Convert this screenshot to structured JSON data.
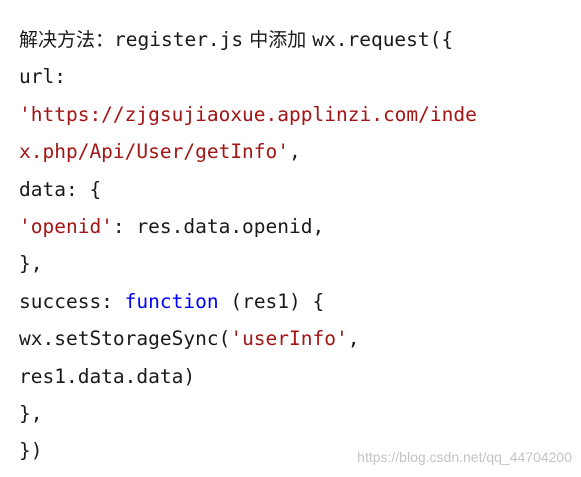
{
  "intro": {
    "label": "解决方法：",
    "file": "register.js",
    "middle": " 中添加 ",
    "call": "wx.request({"
  },
  "code": {
    "url_key": "url:",
    "url_line1": "'https://zjgsujiaoxue.applinzi.com/inde",
    "url_line2": "x.php/Api/User/getInfo'",
    "url_comma": ",",
    "data_open": "data: {",
    "openid_key": "'openid'",
    "openid_rest": ": res.data.openid,",
    "data_close": "},",
    "success_key": "success: ",
    "function_kw": "function",
    "success_rest": " (res1) {",
    "storage_call": "wx.setStorageSync(",
    "storage_key": "'userInfo'",
    "storage_comma": ",",
    "storage_value": "res1.data.data)",
    "success_close": "},",
    "request_close": "})"
  },
  "watermark": "https://blog.csdn.net/qq_44704200",
  "colors": {
    "text": "#1a1a1a",
    "string": "#a31515",
    "keyword": "#0000ff",
    "watermark": "#c4c4c4"
  }
}
